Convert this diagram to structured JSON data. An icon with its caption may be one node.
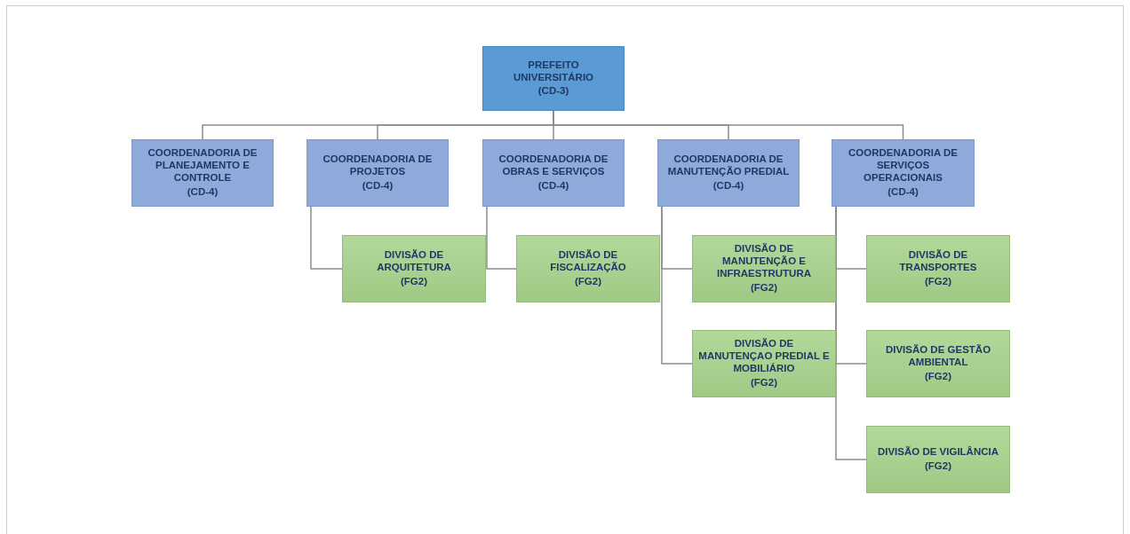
{
  "diagram": {
    "nodes": [
      {
        "text": [
          "PREFEITO UNIVERSITÁRIO",
          "(CD-3)"
        ]
      },
      {
        "text": [
          "COORDENADORIA DE PLANEJAMENTO E CONTROLE",
          "(CD-4)"
        ]
      },
      {
        "text": [
          "COORDENADORIA DE PROJETOS",
          "(CD-4)"
        ]
      },
      {
        "text": [
          "COORDENADORIA DE OBRAS E SERVIÇOS",
          "(CD-4)"
        ]
      },
      {
        "text": [
          "COORDENADORIA DE MANUTENÇÃO PREDIAL",
          "(CD-4)"
        ]
      },
      {
        "text": [
          "COORDENADORIA DE SERVIÇOS OPERACIONAIS",
          "(CD-4)"
        ]
      },
      {
        "text": [
          "DIVISÃO DE ARQUITETURA",
          "(FG2)"
        ]
      },
      {
        "text": [
          "DIVISÃO DE FISCALIZAÇÃO",
          "(FG2)"
        ]
      },
      {
        "text": [
          "DIVISÃO DE MANUTENÇÃO E INFRAESTRUTURA",
          "(FG2)"
        ]
      },
      {
        "text": [
          "DIVISÃO DE MANUTENÇAO PREDIAL E MOBILIÁRIO",
          "(FG2)"
        ]
      },
      {
        "text": [
          "DIVISÃO DE TRANSPORTES",
          "(FG2)"
        ]
      },
      {
        "text": [
          "DIVISÃO DE GESTÃO AMBIENTAL",
          "(FG2)"
        ]
      },
      {
        "text": [
          "DIVISÃO DE VIGILÂNCIA",
          "(FG2)"
        ]
      }
    ],
    "edges": [
      {
        "from": 0,
        "to": 1,
        "arrow": "none"
      },
      {
        "from": 0,
        "to": 2,
        "arrow": "none"
      },
      {
        "from": 0,
        "to": 3,
        "arrow": "none"
      },
      {
        "from": 0,
        "to": 4,
        "arrow": "none"
      },
      {
        "from": 0,
        "to": 5,
        "arrow": "none"
      },
      {
        "from": 2,
        "to": 6,
        "arrow": "none"
      },
      {
        "from": 3,
        "to": 7,
        "arrow": "none"
      },
      {
        "from": 4,
        "to": 8,
        "arrow": "none"
      },
      {
        "from": 4,
        "to": 9,
        "arrow": "none"
      },
      {
        "from": 5,
        "to": 10,
        "arrow": "none"
      },
      {
        "from": 5,
        "to": 11,
        "arrow": "none"
      },
      {
        "from": 5,
        "to": 12,
        "arrow": "none"
      }
    ]
  }
}
